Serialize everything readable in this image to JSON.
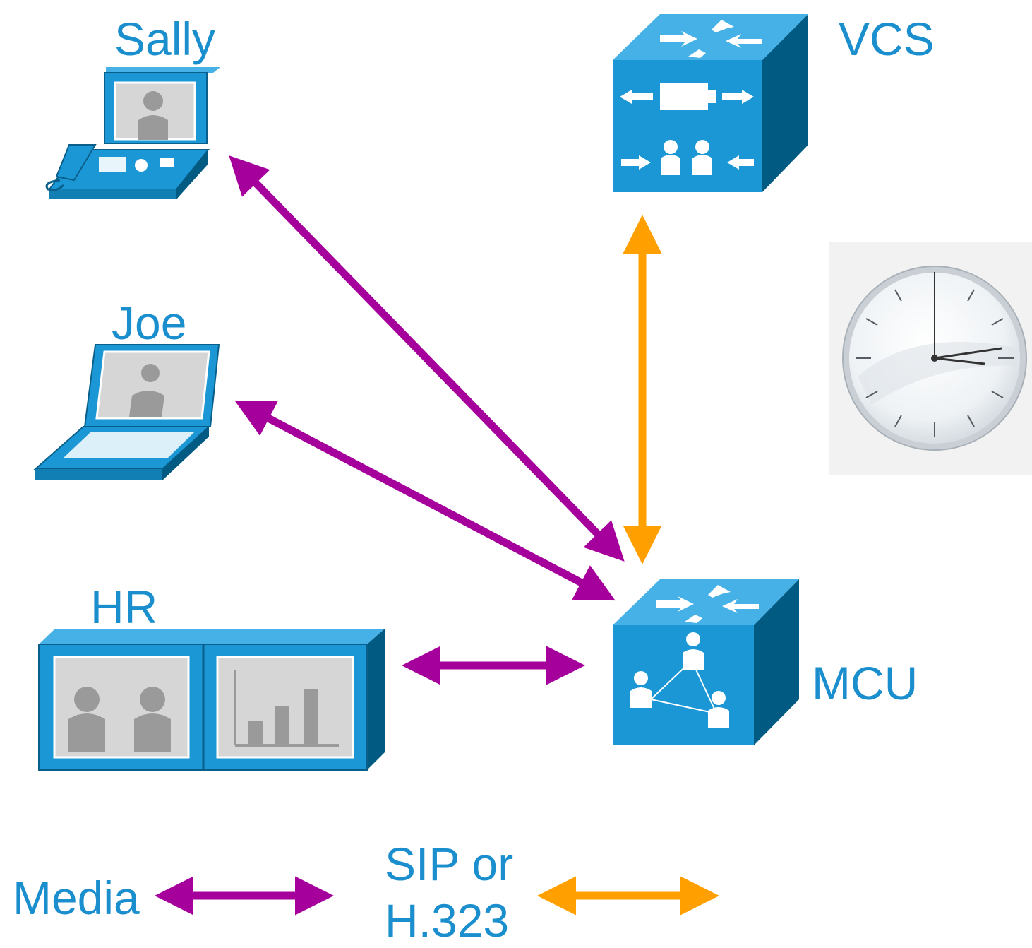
{
  "nodes": {
    "sally": {
      "label": "Sally"
    },
    "joe": {
      "label": "Joe"
    },
    "hr": {
      "label": "HR"
    },
    "vcs": {
      "label": "VCS"
    },
    "mcu": {
      "label": "MCU"
    }
  },
  "legend": {
    "media": {
      "label": "Media"
    },
    "signaling": {
      "line1": "SIP or",
      "line2": "H.323"
    }
  },
  "colors": {
    "media": "#a5009b",
    "signaling": "#ff9f00",
    "device_face": "#1a97d4",
    "device_top": "#46b1e6",
    "device_side": "#005a82",
    "label": "#1b8fce"
  },
  "icons": {
    "sally": "video-phone-icon",
    "joe": "laptop-icon",
    "hr": "telepresence-icon",
    "vcs": "vcs-server-icon",
    "mcu": "mcu-server-icon",
    "clock": "clock-icon"
  }
}
